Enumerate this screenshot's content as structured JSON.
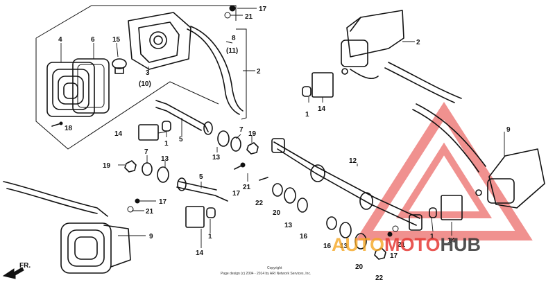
{
  "diagram": {
    "labels": [
      {
        "id": "l17a",
        "text": "17"
      },
      {
        "id": "l21a",
        "text": "21"
      },
      {
        "id": "l8",
        "text": "8"
      },
      {
        "id": "l11",
        "text": "(11)"
      },
      {
        "id": "l2a",
        "text": "2"
      },
      {
        "id": "l4",
        "text": "4"
      },
      {
        "id": "l6",
        "text": "6"
      },
      {
        "id": "l15",
        "text": "15"
      },
      {
        "id": "l3",
        "text": "3"
      },
      {
        "id": "l10",
        "text": "(10)"
      },
      {
        "id": "l18",
        "text": "18"
      },
      {
        "id": "l2b",
        "text": "2"
      },
      {
        "id": "l1a",
        "text": "1"
      },
      {
        "id": "l14a",
        "text": "14"
      },
      {
        "id": "l14b",
        "text": "14"
      },
      {
        "id": "l1b",
        "text": "1"
      },
      {
        "id": "l5a",
        "text": "5"
      },
      {
        "id": "l7a",
        "text": "7"
      },
      {
        "id": "l19a",
        "text": "19"
      },
      {
        "id": "l13a",
        "text": "13"
      },
      {
        "id": "l9a",
        "text": "9"
      },
      {
        "id": "l7b",
        "text": "7"
      },
      {
        "id": "l19b",
        "text": "19"
      },
      {
        "id": "l13b",
        "text": "13"
      },
      {
        "id": "l12",
        "text": "12"
      },
      {
        "id": "l21b",
        "text": "21"
      },
      {
        "id": "l17b",
        "text": "17"
      },
      {
        "id": "l5b",
        "text": "5"
      },
      {
        "id": "l22a",
        "text": "22"
      },
      {
        "id": "l17c",
        "text": "17"
      },
      {
        "id": "l21c",
        "text": "21"
      },
      {
        "id": "l20a",
        "text": "20"
      },
      {
        "id": "l13c",
        "text": "13"
      },
      {
        "id": "l16a",
        "text": "16"
      },
      {
        "id": "l1c",
        "text": "1"
      },
      {
        "id": "l14c",
        "text": "14"
      },
      {
        "id": "l9b",
        "text": "9"
      },
      {
        "id": "l1d",
        "text": "1"
      },
      {
        "id": "l14d",
        "text": "14"
      },
      {
        "id": "l16b",
        "text": "16"
      },
      {
        "id": "l13d",
        "text": "13"
      },
      {
        "id": "l21d",
        "text": "21"
      },
      {
        "id": "l20b",
        "text": "20"
      },
      {
        "id": "l17d",
        "text": "17"
      },
      {
        "id": "l22b",
        "text": "22"
      }
    ],
    "front_indicator": "FR.",
    "copyright_line1": "Copyright",
    "copyright_line2": "Page design (c) 2004 - 2014 by ARI Network Services, Inc."
  },
  "watermark": {
    "part1": "AUTO",
    "part2": "MOTO",
    "part3": "HUB",
    "color_orange": "#f5a623",
    "color_red": "#e53935",
    "color_dark": "#333333"
  }
}
